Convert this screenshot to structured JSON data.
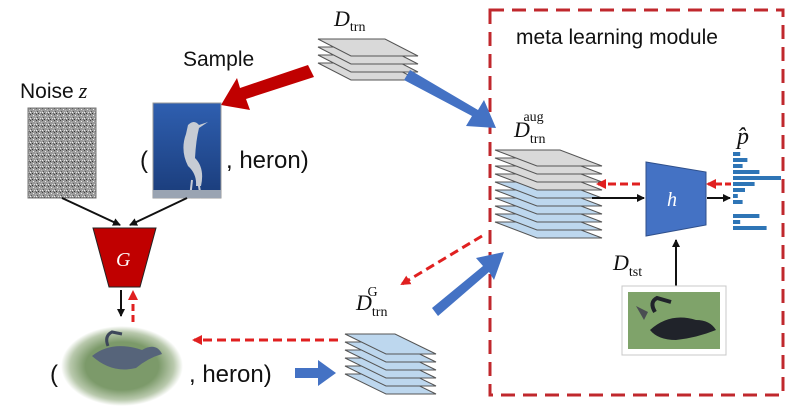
{
  "labels": {
    "sample": "Sample",
    "noise_prefix": "Noise",
    "noise_var": "z",
    "d_trn_main": "D",
    "d_trn_main_sub": "trn",
    "meta_module": "meta learning module",
    "d_aug_main": "D",
    "d_aug_sub": "trn",
    "d_aug_sup": "aug",
    "p_hat": "p̂",
    "h_box": "h",
    "generator": "G",
    "d_tst_main": "D",
    "d_tst_sub": "tst",
    "d_g_main": "D",
    "d_g_sub": "trn",
    "d_g_sup": "G",
    "pair_open_top": "(",
    "pair_close_top": ", heron)",
    "pair_open_bottom": "(",
    "pair_close_bottom": ", heron)"
  },
  "colors": {
    "big_arrow_blue": "#4472c4",
    "sample_arrow_red": "#c00000",
    "dashed_red": "#e02020",
    "module_border": "#c0282d",
    "generator_fill": "#c00000",
    "h_fill": "#4472c4",
    "stack_gray": "#d9d9d9",
    "stack_blue": "#bdd7ee",
    "histogram": "#2e75b6"
  },
  "histogram_values": [
    0.15,
    0.3,
    0.2,
    0.55,
    1.0,
    0.45,
    0.25,
    0.1,
    0.2,
    0.55,
    0.15,
    0.7
  ]
}
